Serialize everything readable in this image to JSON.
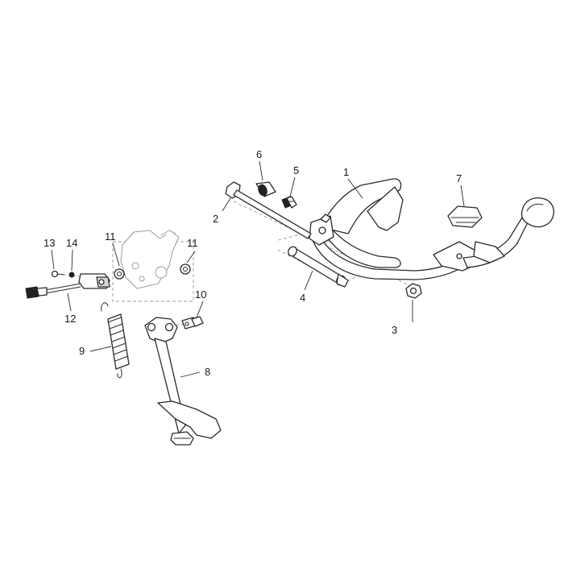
{
  "diagram": {
    "callouts": [
      {
        "num": "1"
      },
      {
        "num": "2"
      },
      {
        "num": "3"
      },
      {
        "num": "4"
      },
      {
        "num": "5"
      },
      {
        "num": "6"
      },
      {
        "num": "7"
      },
      {
        "num": "8"
      },
      {
        "num": "9"
      },
      {
        "num": "10"
      },
      {
        "num": "11"
      },
      {
        "num": "11"
      },
      {
        "num": "12"
      },
      {
        "num": "13"
      },
      {
        "num": "14"
      }
    ]
  }
}
